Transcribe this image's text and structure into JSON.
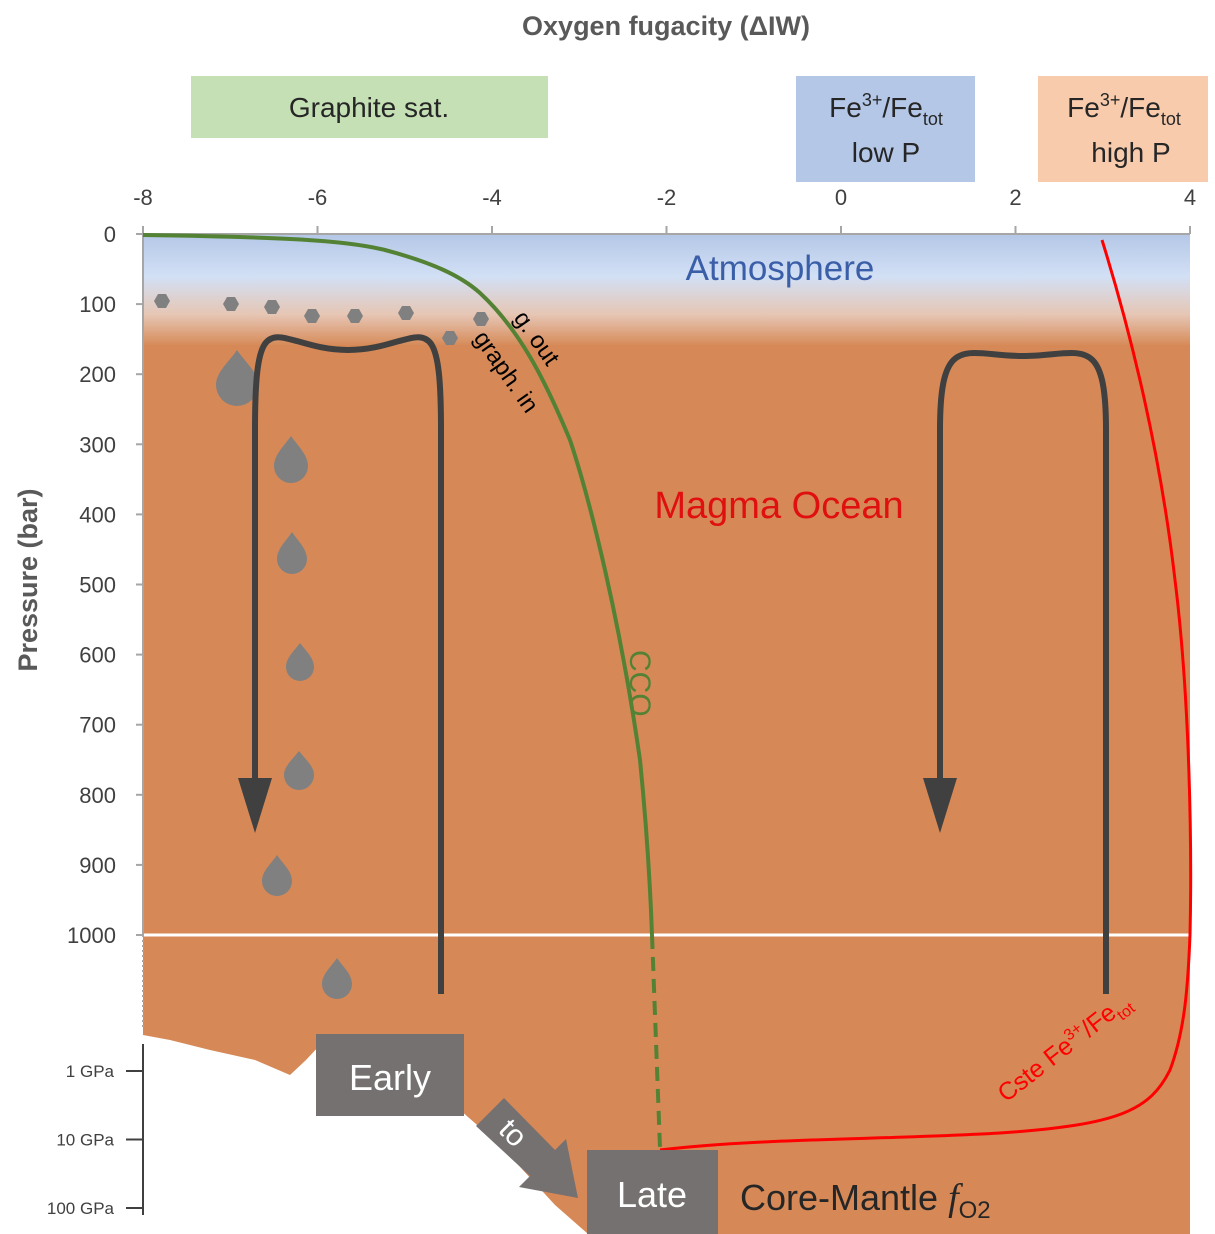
{
  "title": "Oxygen fugacity (ΔIW)",
  "y_axis_label": "Pressure (bar)",
  "x_axis": {
    "ticks": [
      {
        "value": -8,
        "label": "-8"
      },
      {
        "value": -6,
        "label": "-6"
      },
      {
        "value": -4,
        "label": "-4"
      },
      {
        "value": -2,
        "label": "-2"
      },
      {
        "value": 0,
        "label": "0"
      },
      {
        "value": 2,
        "label": "2"
      },
      {
        "value": 4,
        "label": "4"
      }
    ]
  },
  "y_axis": {
    "ticks_bar": [
      {
        "value": 0,
        "label": "0"
      },
      {
        "value": 100,
        "label": "100"
      },
      {
        "value": 200,
        "label": "200"
      },
      {
        "value": 300,
        "label": "300"
      },
      {
        "value": 400,
        "label": "400"
      },
      {
        "value": 500,
        "label": "500"
      },
      {
        "value": 600,
        "label": "600"
      },
      {
        "value": 700,
        "label": "700"
      },
      {
        "value": 800,
        "label": "800"
      },
      {
        "value": 900,
        "label": "900"
      },
      {
        "value": 1000,
        "label": "1000"
      }
    ],
    "ticks_gpa": [
      {
        "value": 1,
        "label": "1 GPa"
      },
      {
        "value": 10,
        "label": "10 GPa"
      },
      {
        "value": 100,
        "label": "100 GPa"
      }
    ]
  },
  "boxes": {
    "graphite": {
      "label": "Graphite sat.",
      "color": "#c5e0b4"
    },
    "fe_low": {
      "line1_base": "Fe",
      "line1_sup": "3+",
      "line1_mid": "/Fe",
      "line1_sub": "tot",
      "line2": "low P",
      "color": "#b4c7e7"
    },
    "fe_high": {
      "line1_base": "Fe",
      "line1_sup": "3+",
      "line1_mid": "/Fe",
      "line1_sub": "tot",
      "line2": "high P",
      "color": "#f8cbad"
    }
  },
  "regions": {
    "atmosphere": {
      "label": "Atmosphere",
      "color": "#3a5fa8"
    },
    "magma_ocean": {
      "label": "Magma Ocean",
      "color": "#e01010",
      "fill": "#d68957"
    }
  },
  "curves": {
    "cco": {
      "label": "CCO",
      "color": "#548235"
    },
    "g_out": {
      "label": "g. out"
    },
    "graph_in": {
      "label": "graph. in"
    },
    "cste": {
      "label_base": "Cste Fe",
      "label_sup": "3+",
      "label_mid": "/Fe",
      "label_sub": "tot",
      "color": "#ff0000"
    }
  },
  "labels": {
    "early": "Early",
    "to": "to",
    "late": "Late",
    "core_mantle": "Core-Mantle ",
    "fo2_f": "f",
    "fo2_sub": "O2"
  },
  "colors": {
    "gray_box": "#767171",
    "arrow": "#404040",
    "droplet": "#808080"
  }
}
